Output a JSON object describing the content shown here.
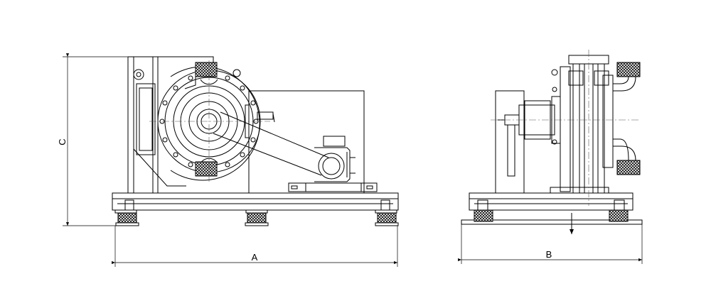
{
  "dimensions": {
    "a_label": "A",
    "b_label": "B",
    "c_label": "C"
  },
  "colors": {
    "line": "#000000",
    "centerline": "#555555",
    "background": "#ffffff"
  }
}
